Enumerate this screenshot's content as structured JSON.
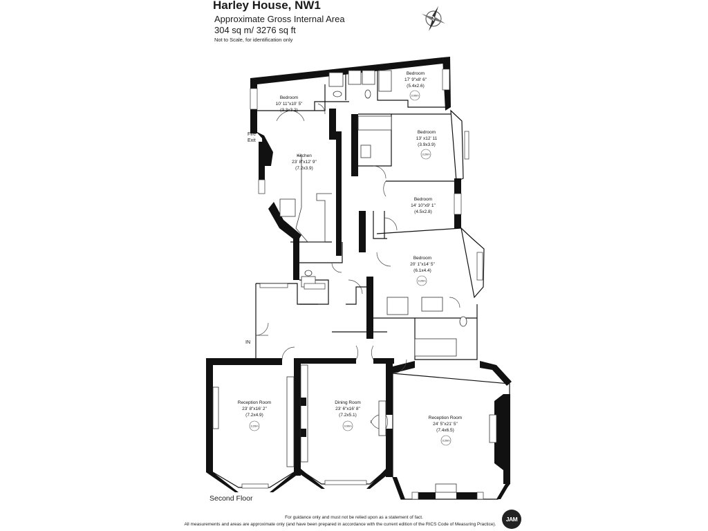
{
  "header": {
    "title": "Harley House, NW1",
    "subtitle": "Approximate Gross Internal Area",
    "area": "304 sq m/ 3276 sq ft",
    "note": "Not to Scale, for identification only"
  },
  "compass": {
    "letter": "N"
  },
  "rooms": {
    "bedroom_top_left": {
      "name": "Bedroom",
      "dim_imperial": "10' 11\"x10' 5\"",
      "dim_metric": "(3.3x3.2)"
    },
    "bedroom_top_right": {
      "name": "Bedroom",
      "dim_imperial": "17' 9\"x8' 6\"",
      "dim_metric": "(5.4x2.6)",
      "ceiling": "3.00m"
    },
    "bedroom_2": {
      "name": "Bedroom",
      "dim_imperial": "13' x12' 11",
      "dim_metric": "(3.9x3.9)",
      "ceiling": "3.20m"
    },
    "bedroom_3": {
      "name": "Bedroom",
      "dim_imperial": "14' 10\"x9' 1\"",
      "dim_metric": "(4.5x2.8)"
    },
    "bedroom_4": {
      "name": "Bedroom",
      "dim_imperial": "20' 1\"x14' 5\"",
      "dim_metric": "(6.1x4.4)",
      "ceiling": "3.20m"
    },
    "kitchen": {
      "name": "Kitchen",
      "dim_imperial": "23' 8\"x12' 9\"",
      "dim_metric": "(7.2x3.9)"
    },
    "reception_left": {
      "name": "Reception Room",
      "dim_imperial": "23' 8\"x16' 2\"",
      "dim_metric": "(7.2x4.9)",
      "ceiling": "3.20m"
    },
    "dining": {
      "name": "Dining Room",
      "dim_imperial": "23' 6\"x16' 8\"",
      "dim_metric": "(7.2x5.1)",
      "ceiling": "3.00m"
    },
    "reception_right": {
      "name": "Reception Room",
      "dim_imperial": "24' 5\"x21' 5\"",
      "dim_metric": "(7.4x6.5)",
      "ceiling": "3.20m"
    }
  },
  "labels": {
    "fire_exit_line1": "Fire",
    "fire_exit_line2": "Exit",
    "entrance": "IN"
  },
  "floor_label": "Second Floor",
  "footer": {
    "line1": "For guidance only and must not be relied upon as a statement of fact.",
    "line2": "All measurements and areas are approximate only (and have been prepared in accordance with the current edition of the RICS Code of Measuring Practice).",
    "logo": "JAM"
  }
}
